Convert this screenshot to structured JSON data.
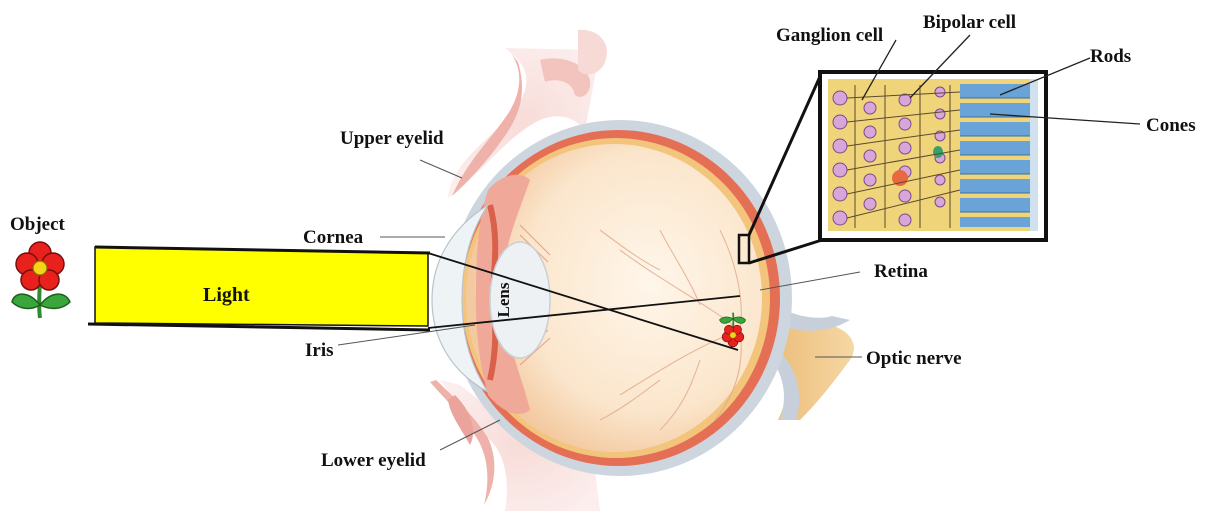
{
  "labels": {
    "object": "Object",
    "light": "Light",
    "upper_eyelid": "Upper eyelid",
    "cornea": "Cornea",
    "iris": "Iris",
    "lower_eyelid": "Lower eyelid",
    "lens": "Lens",
    "ganglion_cell": "Ganglion cell",
    "bipolar_cell": "Bipolar cell",
    "rods": "Rods",
    "cones": "Cones",
    "retina": "Retina",
    "optic_nerve": "Optic nerve"
  },
  "colors": {
    "light_beam": "#ffff00",
    "flower_petal": "#e8211d",
    "flower_center": "#f7d21a",
    "flower_leaf": "#3aa53a",
    "eye_body": "#fbe3c6",
    "sclera": "#c7d0da",
    "choroid": "#e8735a",
    "retina": "#f4c97a",
    "lens": "#eef1f4",
    "optic_nerve": "#f0c98a",
    "eyelid": "#f6d3cf",
    "photoreceptor": "#5b9bd5"
  }
}
